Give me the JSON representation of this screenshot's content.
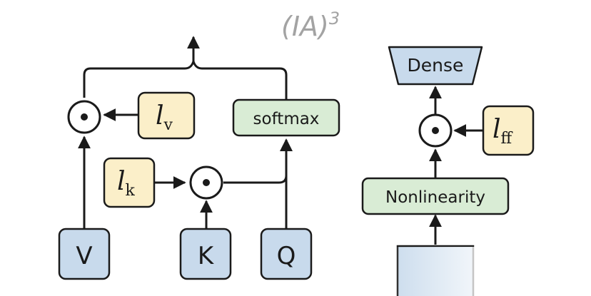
{
  "title": {
    "base": "(IA)",
    "superscript": "3"
  },
  "attention": {
    "inputs": {
      "v": "V",
      "k": "K",
      "q": "Q"
    },
    "softmax_label": "softmax",
    "scale_v": {
      "main": "l",
      "sub": "v"
    },
    "scale_k": {
      "main": "l",
      "sub": "k"
    }
  },
  "ffn": {
    "dense_label": "Dense",
    "nonlinearity_label": "Nonlinearity",
    "scale_ff": {
      "main": "l",
      "sub": "ff"
    }
  },
  "colors": {
    "input_fill": "#c8daec",
    "op_fill": "#d9ecd5",
    "scale_fill": "#fbefc9",
    "stroke": "#1a1a1a",
    "title": "#a3a3a3"
  }
}
